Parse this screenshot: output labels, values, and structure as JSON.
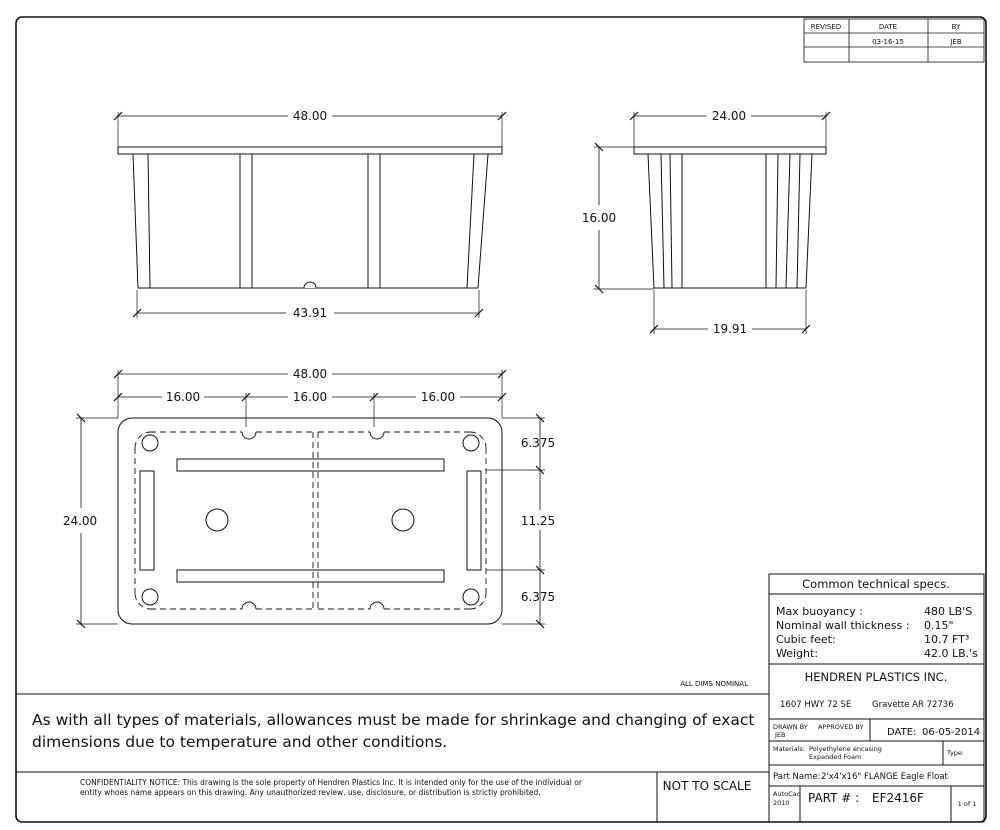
{
  "revision": {
    "headers": [
      "REVISED",
      "DATE",
      "BY"
    ],
    "date": "03-16-15",
    "by": "JEB"
  },
  "dimensions": {
    "front_top": "48.00",
    "front_bottom": "43.91",
    "side_top": "24.00",
    "side_height": "16.00",
    "side_bottom": "19.91",
    "plan_width": "48.00",
    "plan_seg_1": "16.00",
    "plan_seg_2": "16.00",
    "plan_seg_3": "16.00",
    "plan_height": "24.00",
    "plan_right_top": "6.375",
    "plan_right_mid": "11.25",
    "plan_right_bottom": "6.375"
  },
  "all_dims_note": "ALL DIMS NOMINAL",
  "specs": {
    "title": "Common technical specs.",
    "rows": [
      {
        "label": "Max buoyancy :",
        "value": "480 LB'S"
      },
      {
        "label": "Nominal wall thickness :",
        "value": "0.15\""
      },
      {
        "label": "Cubic feet:",
        "value": "10.7 FT³"
      },
      {
        "label": "Weight:",
        "value": "42.0 LB.'s"
      }
    ]
  },
  "company": {
    "name": "HENDREN PLASTICS INC.",
    "address": "1607 HWY 72 SE",
    "city": "Gravette AR 72736"
  },
  "title_block": {
    "drawn_by_label": "DRAWN BY",
    "drawn_by": "JEB",
    "approved_by_label": "APPROVED BY",
    "date_label": "DATE:",
    "date": "06-05-2014",
    "materials_label": "Materials:",
    "materials_line1": "Polyethylene encasing",
    "materials_line2": "Expanded Foam",
    "type_label": "Type:",
    "part_name_label": "Part Name:",
    "part_name": "2'x4'x16\" FLANGE Eagle Float",
    "cad_line1": "AutoCad",
    "cad_line2": "2010",
    "part_number_label": "PART # :",
    "part_number": "EF2416F",
    "sheet": "1 of 1"
  },
  "allowance_note_line1": "As with all types of materials, allowances must be made for shrinkage and changing of exact",
  "allowance_note_line2": "dimensions due to temperature and other conditions.",
  "confidentiality_line1": "CONFIDENTIALITY NOTICE: This drawing is the sole property of Hendren Plastics Inc. It is intended only for the use of the individual or",
  "confidentiality_line2": "entity whoes name appears on this drawing. Any unauthorized review, use, disclosure, or distribution is strictly prohibited.",
  "scale_note": "NOT TO SCALE"
}
